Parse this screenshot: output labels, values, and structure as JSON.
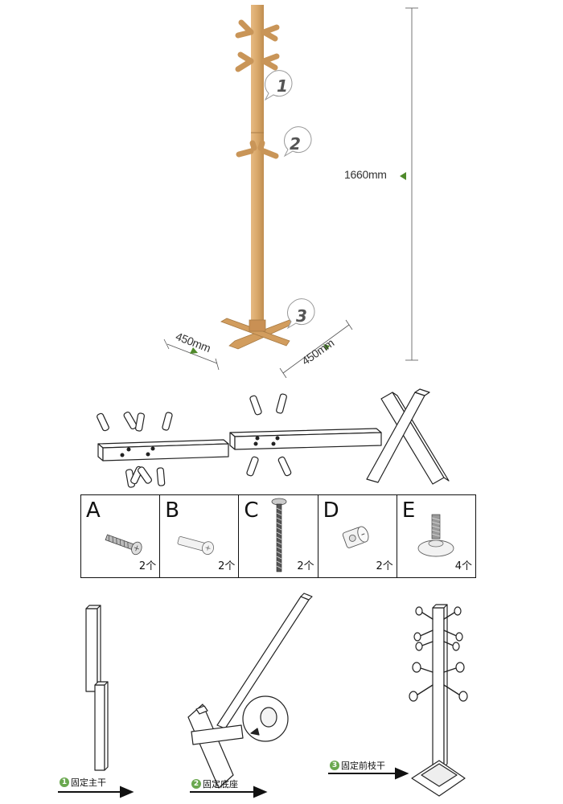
{
  "dimensions": {
    "height": "1660mm",
    "width_left": "450mm",
    "width_right": "450mm"
  },
  "callouts": [
    "1",
    "2",
    "3"
  ],
  "parts": [
    {
      "letter": "A",
      "qty": "2个",
      "icon": "screw-icon"
    },
    {
      "letter": "B",
      "qty": "2个",
      "icon": "dowel-bolt-icon"
    },
    {
      "letter": "C",
      "qty": "2个",
      "icon": "long-bolt-icon"
    },
    {
      "letter": "D",
      "qty": "2个",
      "icon": "barrel-nut-icon"
    },
    {
      "letter": "E",
      "qty": "4个",
      "icon": "foot-pad-icon"
    }
  ],
  "steps": [
    {
      "num": "1",
      "label": "固定主干"
    },
    {
      "num": "2",
      "label": "固定底座"
    },
    {
      "num": "3",
      "label": "固定前枝干"
    }
  ],
  "colors": {
    "wood": "#d9a86a",
    "wood_dark": "#b9864a",
    "arrow_green": "#4f8a2b",
    "line": "#222222"
  }
}
